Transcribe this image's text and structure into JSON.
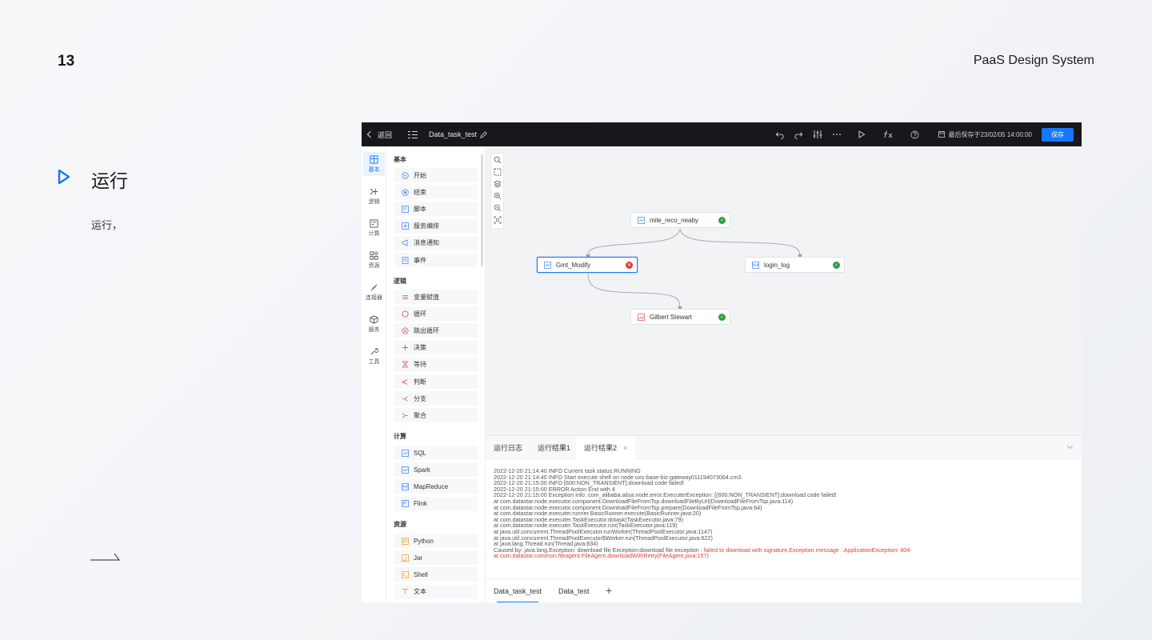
{
  "slide": {
    "page_number": "13",
    "brand": "PaaS Design System",
    "section_title": "运行",
    "section_desc": "运行，"
  },
  "colors": {
    "accent": "#1677ff",
    "topbar": "#17181b",
    "success": "#2ea043",
    "error": "#e23c39"
  },
  "topbar": {
    "back_label": "返回",
    "task_title": "Data_task_test",
    "saved_text": "最后保存于23/02/05 14:00:00",
    "run_label": "保存",
    "icons": [
      "undo-icon",
      "redo-icon",
      "adjust-icon",
      "more-icon",
      "play-icon",
      "fx-icon",
      "help-icon"
    ]
  },
  "rail": {
    "items": [
      {
        "label": "基本",
        "icon": "layout-icon"
      },
      {
        "label": "逻辑",
        "icon": "logic-icon"
      },
      {
        "label": "计算",
        "icon": "calc-icon"
      },
      {
        "label": "资源",
        "icon": "resource-icon"
      },
      {
        "label": "连接器",
        "icon": "connector-icon"
      },
      {
        "label": "服务",
        "icon": "cube-icon"
      },
      {
        "label": "工具",
        "icon": "wrench-icon"
      }
    ]
  },
  "palette": {
    "basic": {
      "title": "基本",
      "items": [
        "开始",
        "结束",
        "脚本",
        "服务编排",
        "消息通知",
        "事件"
      ]
    },
    "logic": {
      "title": "逻辑",
      "items": [
        "变量赋值",
        "循环",
        "跳出循环",
        "决策",
        "等待",
        "判断",
        "分支",
        "聚合"
      ]
    },
    "compute": {
      "title": "计算",
      "items": [
        "SQL",
        "Spark",
        "MapReduce",
        "Flink"
      ]
    },
    "resource": {
      "title": "资源",
      "items": [
        "Python",
        "Jar",
        "Shell",
        "文本"
      ]
    }
  },
  "nodes": [
    {
      "label": "mile_reco_neaby",
      "status": "success"
    },
    {
      "label": "Gmt_Modify",
      "status": "error"
    },
    {
      "label": "login_log",
      "status": "success"
    },
    {
      "label": "Gilbert Stewart",
      "status": "success"
    }
  ],
  "bottom_tabs": [
    "运行日志",
    "运行结果1",
    "运行结果2"
  ],
  "log_lines": [
    "2022-12-20 21:14:40 INFO Current task status:RUNNING",
    "2022-12-20 21:14:40 INFO Start execute shell on node oxs-base-biz-gateway011194073064.cm3.",
    "2022-12-20 21:15:00 INFO [600:NON_TRANSIENT]:download code failed!",
    "2022-12-20 21:15:00 ERROR Action End with 4",
    "2022-12-20 21:15:00 Exception info: com_alibaba.alisa.node.error.ExecuterException: [(600:NON_TRANSIENT]:download code failed!",
    "at com.datastar.node.executor.component.DownloadFileFromTsp.downloadFileByUrl(DownloadFileFromTsp.java:114)",
    "at com.datastar.node.executor.component.DownloadFileFromTsp.prepare(DownloadFileFromTsp.java:64)",
    "at com.datastar.node.executer.runner.BasicRunner.execute(BasicRunner.java:20)",
    "at com.datastar.node.executer.TaskExecutor.dotask(TaskExecutor.java:79)",
    "at com.datastar.node.executer.TaskExecutor.run(TaskExecutor.java:119)",
    "at java.util.concurrent.ThreadPoolExecutor.runWorker(ThreadPoolExecutor.java:1147)",
    "at java.util.concurrent.ThreadPoolExecutor$Worker.run(ThreadPoolExecutor.java:622)",
    "at java.lang.Thread.run(Thread.java:834)"
  ],
  "log_caused_prefix": "Caused by: java.lang.Exception: download file Exception:download file exception : ",
  "log_caused_error": "failed to download with signature,Exception message : ApplicationException: 404-",
  "log_last_error": "at com.datastar.common.fileagent.FileAgent.downloadWithRetry(FileAgent.java:157)",
  "file_tabs": [
    "Data_task_test",
    "Data_test"
  ]
}
